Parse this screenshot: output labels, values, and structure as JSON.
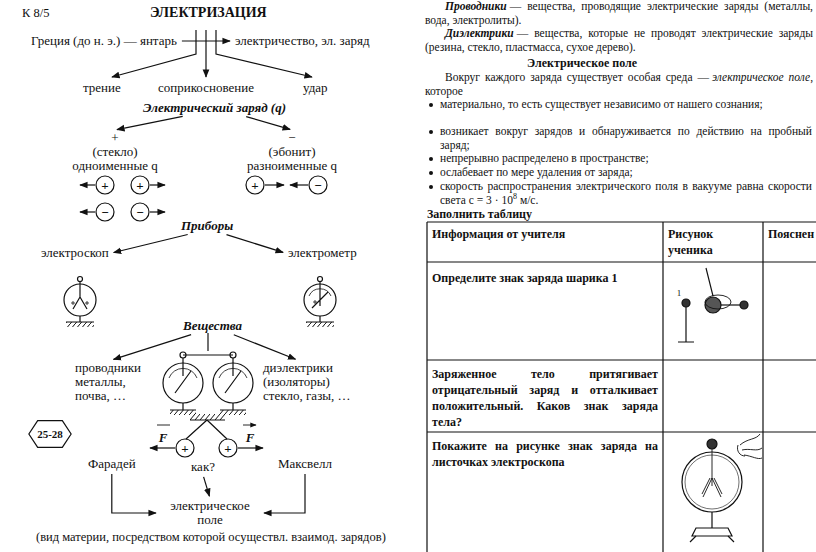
{
  "diagram": {
    "title": "ЭЛЕКТРИЗАЦИЯ",
    "nodes": [
      {
        "text": [
          "Греция (до н. э.) — янтарь"
        ]
      },
      {
        "text": [
          "электричество, эл. заряд"
        ]
      },
      {
        "text": [
          "трение"
        ]
      },
      {
        "text": [
          "соприкосновение"
        ]
      },
      {
        "text": [
          "удар"
        ]
      },
      {
        "text": [
          "Электрический заряд (q)"
        ]
      },
      {
        "text": [
          "+",
          "(стекло)",
          "одноименные q"
        ]
      },
      {
        "text": [
          "−",
          "(эбонит)",
          "разноименные q"
        ]
      },
      {
        "text": [
          "Приборы"
        ]
      },
      {
        "text": [
          "электроскоп"
        ]
      },
      {
        "text": [
          "электрометр"
        ]
      },
      {
        "text": [
          "Вещества"
        ]
      },
      {
        "text": [
          "проводники",
          "металлы,",
          "почва, …"
        ]
      },
      {
        "text": [
          "диэлектрики",
          "(изоляторы)",
          "стекло, газы, …"
        ]
      },
      {
        "text": [
          "25-28"
        ]
      },
      {
        "text": [
          "Фарадей"
        ]
      },
      {
        "text": [
          "как?"
        ]
      },
      {
        "text": [
          "Максвелл"
        ]
      },
      {
        "text": [
          "электрическое поле"
        ]
      }
    ],
    "edges": [
      {
        "from": 0,
        "to": 1,
        "arrow": "to"
      },
      {
        "from": 5,
        "to": 6,
        "arrow": "to"
      },
      {
        "from": 5,
        "to": 7,
        "arrow": "to"
      },
      {
        "from": 8,
        "to": 9,
        "arrow": "to"
      },
      {
        "from": 8,
        "to": 10,
        "arrow": "to"
      },
      {
        "from": 11,
        "to": 12,
        "arrow": "to"
      },
      {
        "from": 11,
        "to": 13,
        "arrow": "to"
      },
      {
        "from": 15,
        "to": 18,
        "arrow": "to"
      },
      {
        "from": 16,
        "to": 18,
        "arrow": "to"
      },
      {
        "from": 17,
        "to": 18,
        "arrow": "to"
      }
    ],
    "labels": [
      "К 8/5",
      "+",
      "+",
      "+",
      "−",
      "−",
      "−",
      "F",
      "F",
      "+",
      "+",
      "(вид материи, посредством которой осуществл. взаимод. зарядов)",
      "Проводники",
      "— вещества, проводящие электрические заряды (металлы, вода, электролиты).",
      "Диэлектрики",
      "— вещества, которые не проводят электрические заряды (резина, стекло, пластмасса, сухое дерево).",
      "Электрическое поле",
      "Вокруг каждого заряда существует особая среда —",
      "электрическое поле",
      ", которое",
      "материально, то есть существует независимо от нашего сознания;",
      "возникает вокруг зарядов и обнаруживается по действию на пробный заряд;",
      "непрерывно распределено в пространстве;",
      "ослабевает по мере удаления от заряда;",
      "скорость распространения электрического поля в вакууме равна скорости света c = 3 · 10",
      "8",
      "м/с.",
      "Заполнить таблицу",
      "Информация от учителя",
      "Рисунок ученика",
      "Пояснен",
      "Определите знак заряда шарика 1",
      "1",
      "Заряженное тело притягивает отрицательный заряд и отталкивает положительный. Каков знак заряда тела?",
      "Покажите на рисунке знак заряда на листочках электроскопа"
    ]
  }
}
